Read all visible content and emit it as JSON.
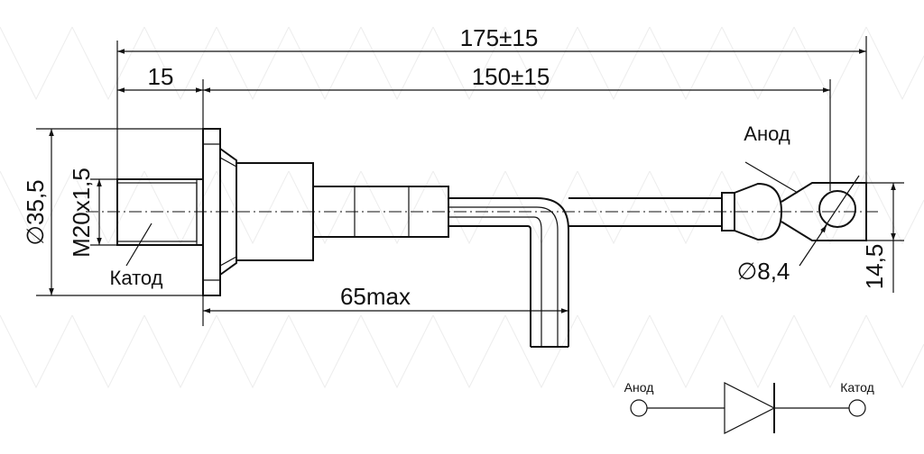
{
  "dimensions": {
    "overall_length": "175±15",
    "stud_length": "15",
    "body_length": "150±15",
    "flange_diameter": "∅35,5",
    "thread": "M20x1,5",
    "lead_bend": "65max",
    "hole_diameter": "∅8,4",
    "lug_width": "14,5"
  },
  "labels": {
    "anode": "Анод",
    "cathode": "Катод"
  },
  "symbol": {
    "anode": "Анод",
    "cathode": "Катод"
  },
  "colors": {
    "line": "#111111",
    "background": "#ffffff",
    "watermark": "#ececec"
  }
}
